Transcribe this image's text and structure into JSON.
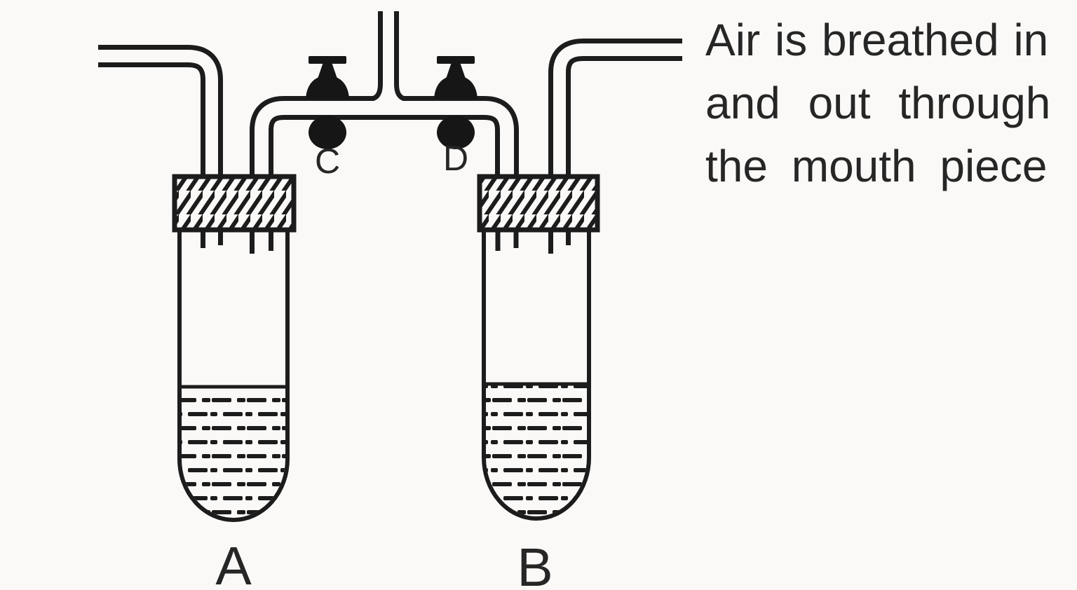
{
  "colors": {
    "background": "#fbf9f7",
    "ink": "#1c1c1c",
    "valve_fill": "#161616",
    "text": "#262626"
  },
  "apparatus": {
    "tube_a_label": "A",
    "tube_b_label": "B",
    "tap_c_label": "C",
    "tap_d_label": "D"
  },
  "caption": {
    "line1": "Air is breathed in",
    "line2": "and out through",
    "line3": "the mouth piece"
  }
}
